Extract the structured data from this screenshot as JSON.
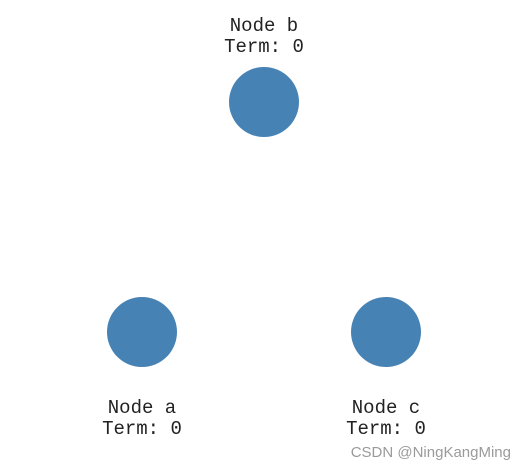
{
  "nodes": [
    {
      "id": "b",
      "name": "Node b",
      "term": "Term: 0"
    },
    {
      "id": "a",
      "name": "Node a",
      "term": "Term: 0"
    },
    {
      "id": "c",
      "name": "Node c",
      "term": "Term: 0"
    }
  ],
  "colors": {
    "node_fill": "#4682b4",
    "text": "#222222",
    "watermark": "#9a9a9a"
  },
  "watermark": "CSDN @NingKangMing"
}
